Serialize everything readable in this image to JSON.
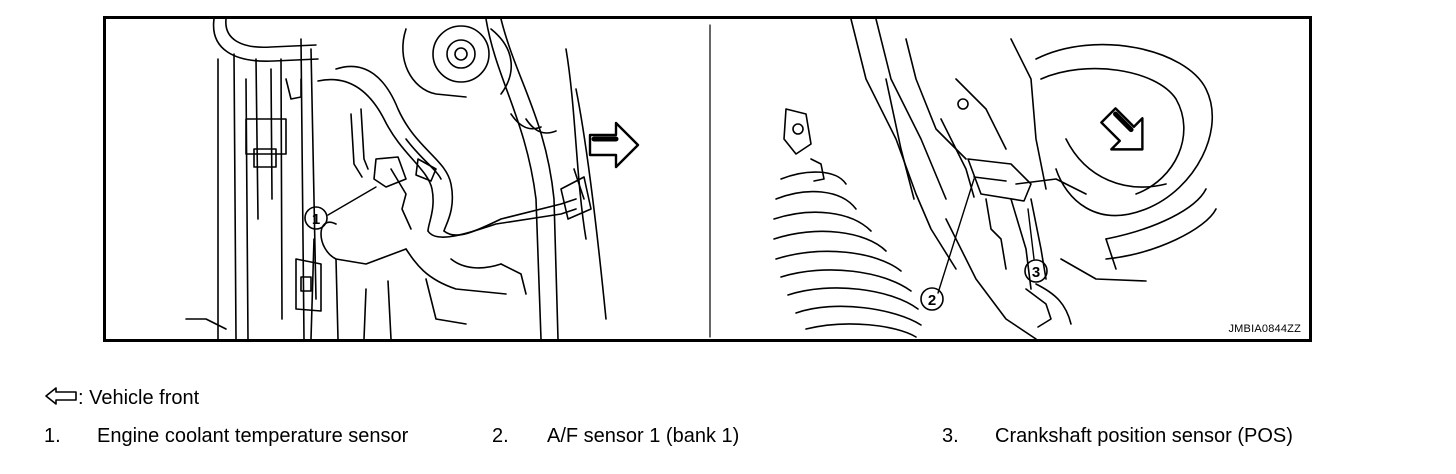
{
  "figure": {
    "image_code": "JMBIA0844ZZ",
    "callouts": [
      "1",
      "2",
      "3"
    ]
  },
  "legend": {
    "front_label": ": Vehicle front",
    "items": [
      {
        "number": "1.",
        "text": "Engine coolant temperature sensor"
      },
      {
        "number": "2.",
        "text": "A/F sensor 1 (bank 1)"
      },
      {
        "number": "3.",
        "text": "Crankshaft position sensor (POS)"
      }
    ]
  }
}
